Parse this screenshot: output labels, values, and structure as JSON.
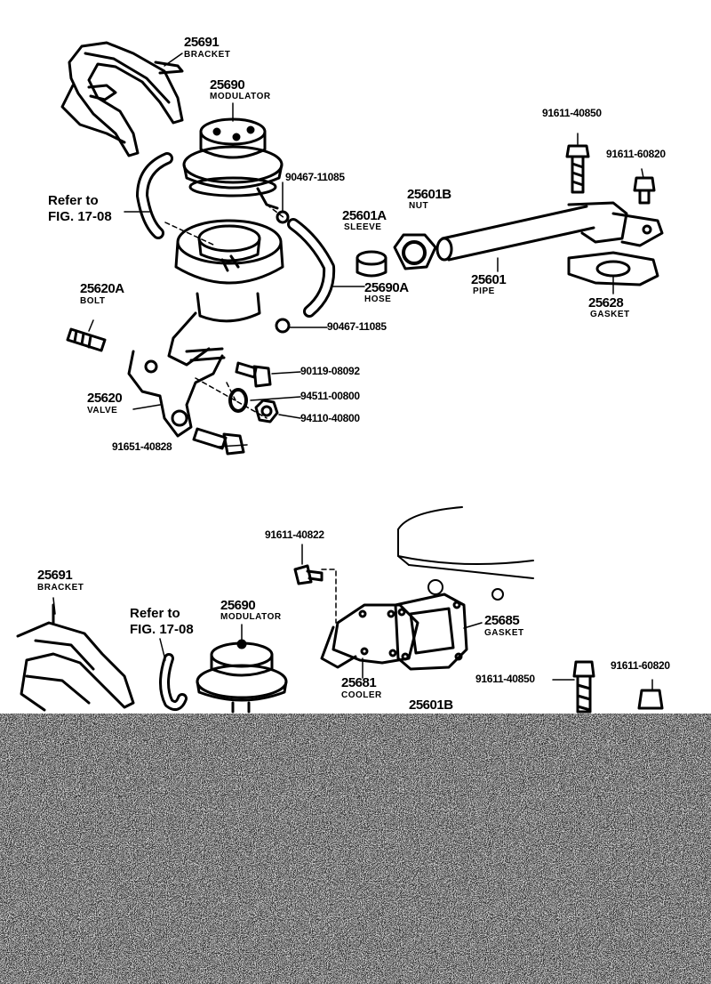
{
  "top_diagram": {
    "bracket": {
      "number": "25691",
      "name": "BRACKET"
    },
    "modulator": {
      "number": "25690",
      "name": "MODULATOR"
    },
    "refer": {
      "line1": "Refer to",
      "line2": "FIG. 17-08"
    },
    "clamp_upper": "90467-11085",
    "sleeve": {
      "number": "25601A",
      "name": "SLEEVE"
    },
    "nut": {
      "number": "25601B",
      "name": "NUT"
    },
    "bolt_top": "91611-40850",
    "bolt_right": "91611-60820",
    "pipe": {
      "number": "25601",
      "name": "PIPE"
    },
    "gasket": {
      "number": "25628",
      "name": "GASKET"
    },
    "hose": {
      "number": "25690A",
      "name": "HOSE"
    },
    "stud": {
      "number": "25620A",
      "name": "BOLT"
    },
    "clamp_lower": "90467-11085",
    "bolt_90119": "90119-08092",
    "washer": "94511-00800",
    "hexnut": "94110-40800",
    "valve": {
      "number": "25620",
      "name": "VALVE"
    },
    "bolt_91651": "91651-40828"
  },
  "bottom_diagram": {
    "bolt_top": "91611-40822",
    "bracket": {
      "number": "25691",
      "name": "BRACKET"
    },
    "refer": {
      "line1": "Refer to",
      "line2": "FIG. 17-08"
    },
    "modulator": {
      "number": "25690",
      "name": "MODULATOR"
    },
    "gasket": {
      "number": "25685",
      "name": "GASKET"
    },
    "cooler": {
      "number": "25681",
      "name": "COOLER"
    },
    "nut": "25601B",
    "bolt_left": "91611-40850",
    "bolt_right": "91611-60820"
  }
}
